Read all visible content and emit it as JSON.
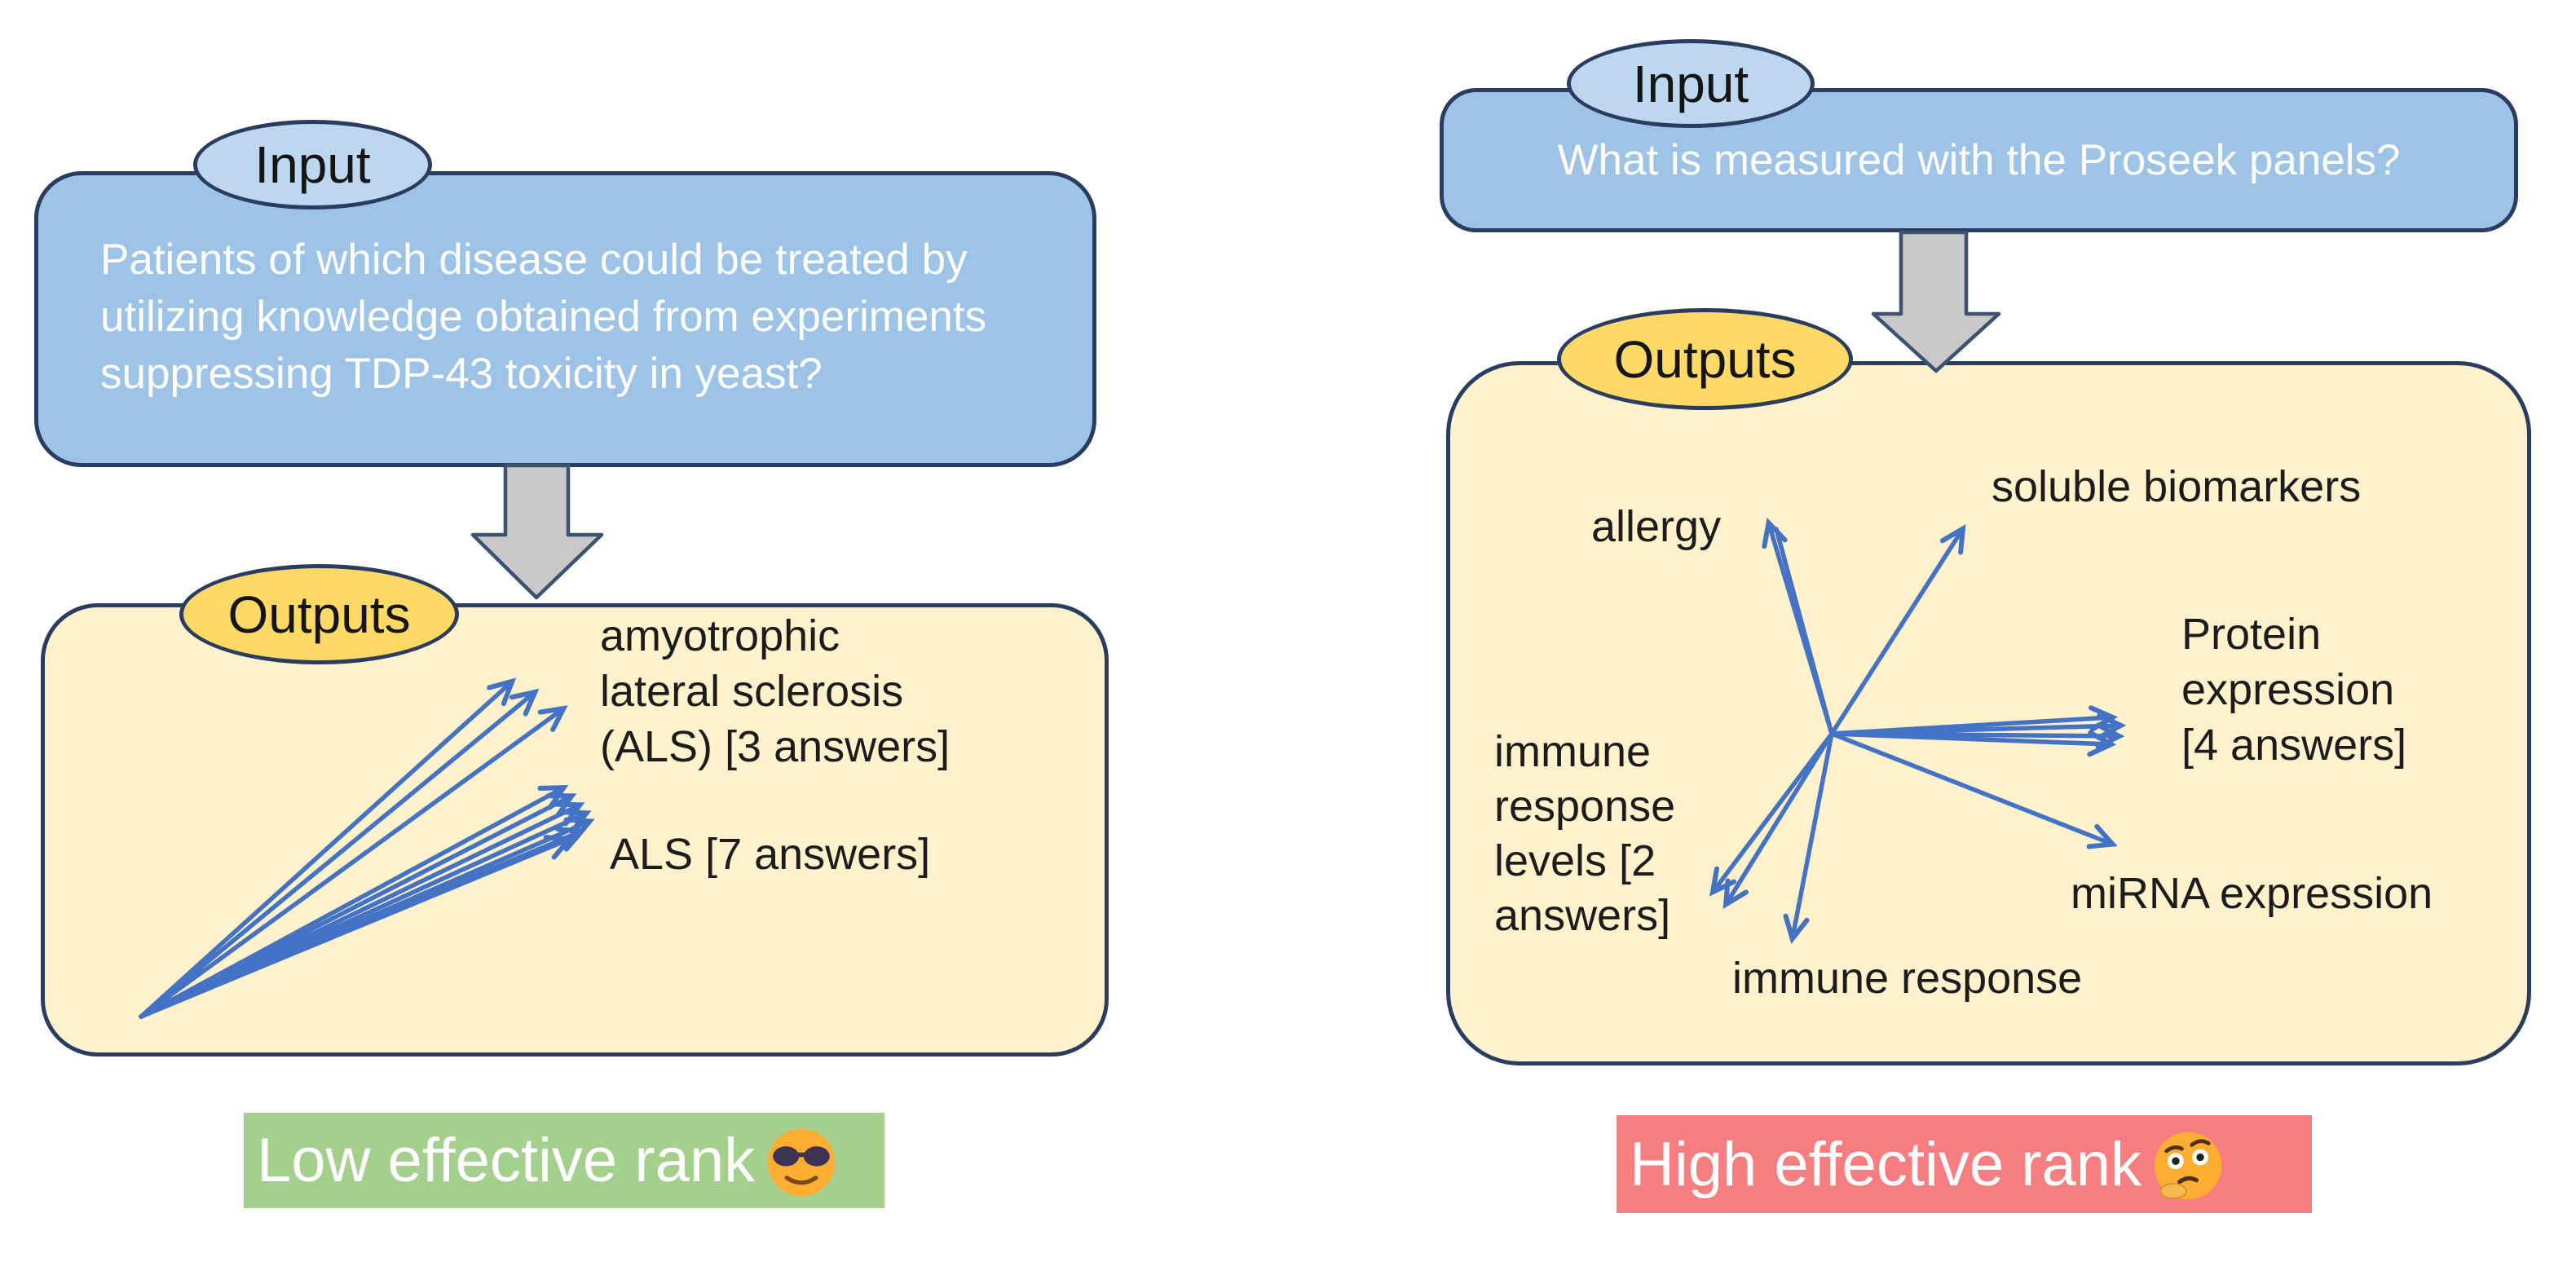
{
  "colors": {
    "input_box_fill": "#9dc3e6",
    "input_badge_fill": "#bdd7ee",
    "output_box_fill": "#fff2cc",
    "output_badge_fill": "#ffd966",
    "shape_border": "#2a3c5f",
    "answer_arrow_blue": "#4472c4",
    "flow_arrow_gray": "#c9c9c9",
    "low_rank_green": "#a5cf8c",
    "high_rank_red": "#f77e80",
    "question_text": "#ffffff",
    "answer_text": "#1c1c1c"
  },
  "left_panel": {
    "input_badge_label": "Input",
    "question_lines": [
      "Patients of which disease could be treated by",
      "utilizing knowledge obtained from experiments",
      "suppressing TDP-43 toxicity in yeast?"
    ],
    "outputs_badge_label": "Outputs",
    "answers": [
      {
        "label_lines": [
          "amyotrophic",
          "lateral sclerosis",
          "(ALS) [3 answers]"
        ],
        "answer_count": 3,
        "arrow_count": 3
      },
      {
        "label_lines": [
          "ALS [7 answers]"
        ],
        "answer_count": 7,
        "arrow_count": 7
      }
    ],
    "rank_label": "Low effective rank",
    "rank_emoji": "😎"
  },
  "right_panel": {
    "input_badge_label": "Input",
    "question": "What is measured with the Proseek panels?",
    "outputs_badge_label": "Outputs",
    "answers": {
      "allergy": "allergy",
      "soluble_biomarkers": "soluble biomarkers",
      "protein_expression_lines": [
        "Protein",
        "expression",
        "[4 answers]"
      ],
      "protein_expression_arrow_count": 4,
      "mirna_expression": "miRNA expression",
      "immune_response": "immune response",
      "immune_response_levels_lines": [
        "immune",
        "response",
        "levels [2",
        "answers]"
      ],
      "immune_response_levels_arrow_count": 2
    },
    "rank_label": "High effective rank",
    "rank_emoji": "🤔"
  }
}
